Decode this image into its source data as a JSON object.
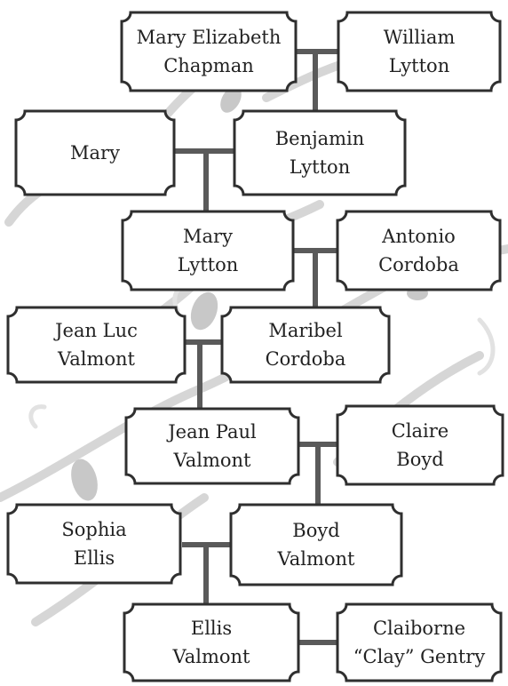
{
  "people": {
    "mary_elizabeth_chapman": "Mary Elizabeth\nChapman",
    "william_lytton": "William\nLytton",
    "mary": "Mary",
    "benjamin_lytton": "Benjamin\nLytton",
    "mary_lytton": "Mary\nLytton",
    "antonio_cordoba": "Antonio\nCordoba",
    "jean_luc_valmont": "Jean Luc\nValmont",
    "maribel_cordoba": "Maribel\nCordoba",
    "jean_paul_valmont": "Jean Paul\nValmont",
    "claire_boyd": "Claire\nBoyd",
    "sophia_ellis": "Sophia\nEllis",
    "boyd_valmont": "Boyd\nValmont",
    "ellis_valmont": "Ellis\nValmont",
    "claiborne_gentry": "Claiborne\n“Clay” Gentry"
  },
  "colors": {
    "box_border": "#2f2f2f",
    "connector": "#5a5a5a",
    "vine": "#d6d6d6",
    "vine_leaf": "#c8c8c8"
  }
}
